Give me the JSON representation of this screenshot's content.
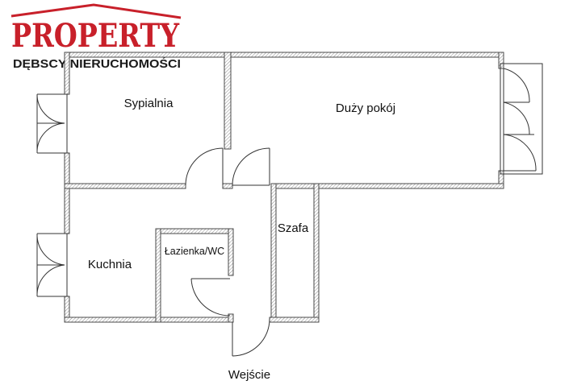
{
  "logo": {
    "brand": "PROPERTY",
    "subtitle": "DĘBSCY NIERUCHOMOŚCI",
    "colors": {
      "brand": "#c8202a",
      "roof": "#c8202a",
      "subtitle": "#1a1a1a"
    }
  },
  "rooms": [
    {
      "id": "sypialnia",
      "label": "Sypialnia"
    },
    {
      "id": "duzy-pokoj",
      "label": "Duży pokój"
    },
    {
      "id": "szafa",
      "label": "Szafa"
    },
    {
      "id": "kuchnia",
      "label": "Kuchnia"
    },
    {
      "id": "lazienka",
      "label": "Łazienka/WC"
    }
  ],
  "entrance_label": "Wejście",
  "colors": {
    "wall_outline": "#4a4a4a",
    "wall_hatch": "#8a8a8a",
    "lines": "#333333"
  }
}
